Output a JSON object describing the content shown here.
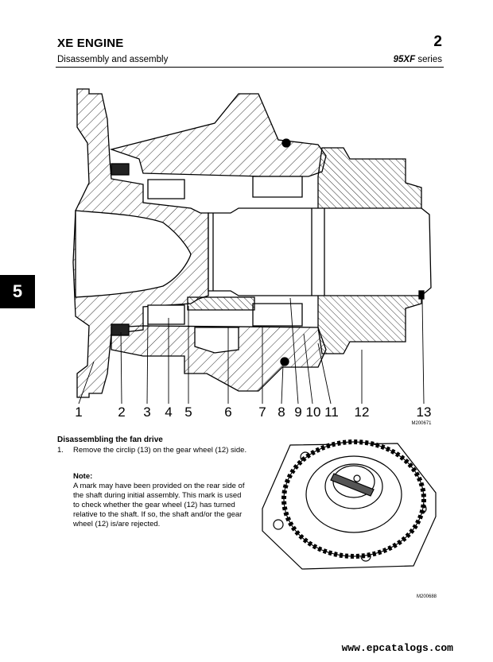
{
  "header": {
    "title": "XE ENGINE",
    "page_number": "2",
    "subtitle": "Disassembly and assembly",
    "series_bold": "95XF",
    "series_suffix": " series"
  },
  "chapter_tab": "5",
  "main_figure": {
    "code": "M200671",
    "callouts": [
      "1",
      "2",
      "3",
      "4",
      "5",
      "6",
      "7",
      "8",
      "9",
      "10",
      "11",
      "12",
      "13"
    ]
  },
  "procedure": {
    "heading": "Disassembling the fan drive",
    "steps": [
      {
        "number": "1.",
        "text": "Remove the circlip (13) on the gear wheel (12) side."
      }
    ],
    "note": {
      "title": "Note:",
      "text": "A mark may have been provided on the rear side of the shaft during initial assembly. This mark is used to check whether the gear wheel (12) has turned relative to the shaft. If so, the shaft and/or the gear wheel (12) is/are rejected."
    }
  },
  "detail_figure": {
    "code": "M200688"
  },
  "watermark": "www.epcatalogs.com"
}
